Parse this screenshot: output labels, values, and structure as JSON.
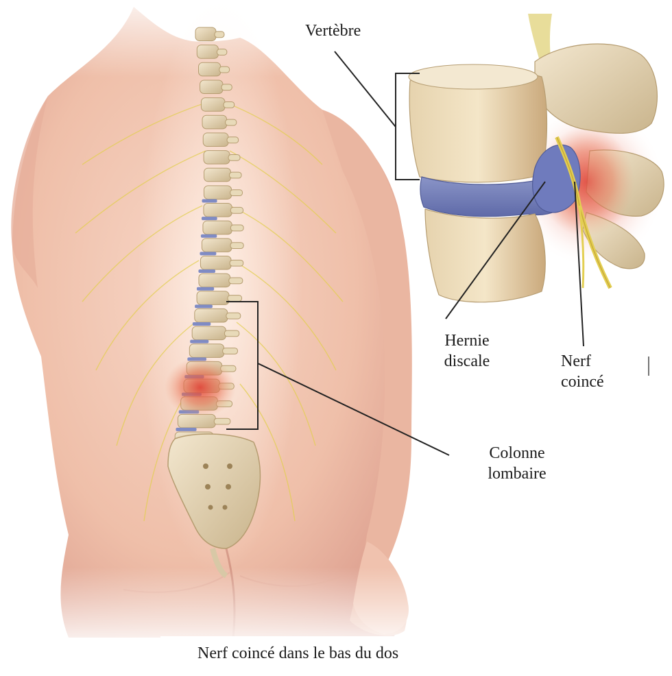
{
  "labels": {
    "vertebra": "Vertèbre",
    "herniated_disc": [
      "Hernie",
      "discale"
    ],
    "pinched_nerve": [
      "Nerf",
      "coincé"
    ],
    "lumbar_spine": [
      "Colonne",
      "lombaire"
    ]
  },
  "caption": "Nerf coincé dans le bas du dos",
  "colors": {
    "skin": "#f2c3ae",
    "skin_shadow": "#d99886",
    "bone": "#eadcbf",
    "bone_shadow": "#c9b48c",
    "disc": "#7f8bc4",
    "inflammation": "#e0473a",
    "nerve": "#e3cf52",
    "leader_line": "#222222"
  }
}
